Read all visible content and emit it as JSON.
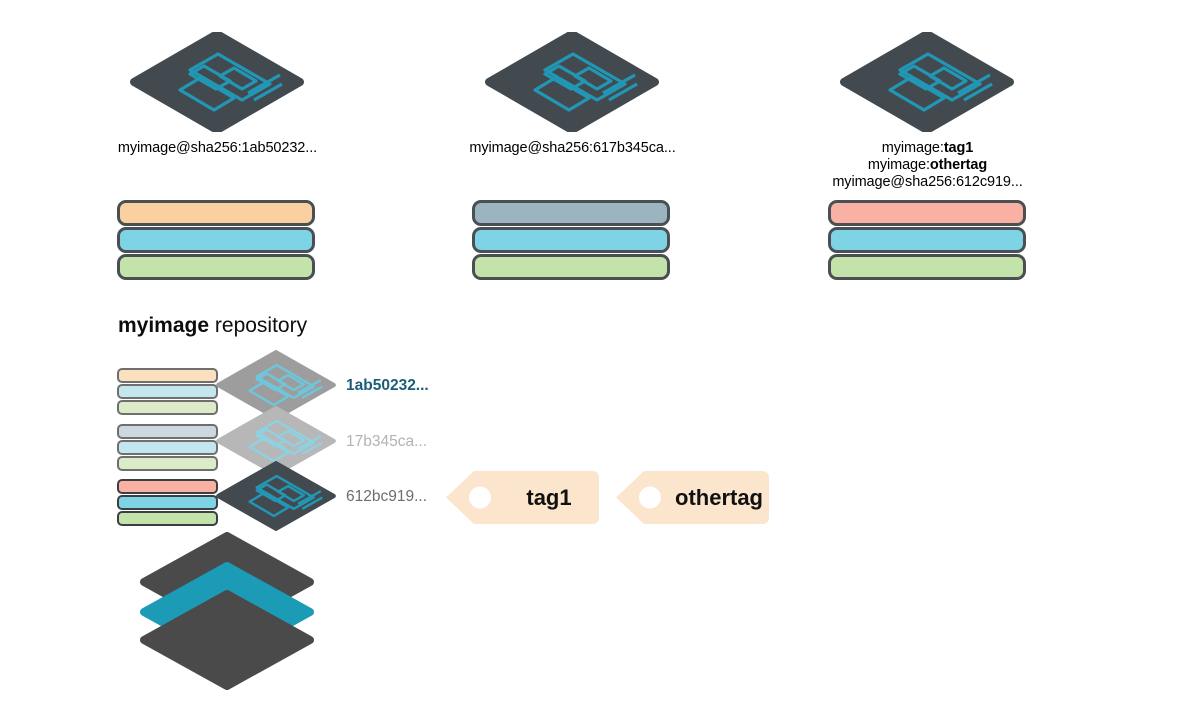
{
  "diagram": {
    "title": "Docker image, tags and repository diagram",
    "colors": {
      "icon_dark": "#434a4f",
      "icon_teal": "#2197b5",
      "icon_grey_light": "#b7b7b7",
      "icon_grey_mid": "#9d9d9d",
      "layer_border": "#4a4f54",
      "layer_orange": "#fbd0a0",
      "layer_cyan": "#7ed4e4",
      "layer_green": "#c4e3ab",
      "layer_steel": "#9cb3c0",
      "layer_salmon": "#f9b1a4",
      "tag_fill": "#fbe6cd",
      "tag_hole": "#ffffff",
      "digest_active": "#1b5e77",
      "digest_faded": "#b3b3b3",
      "digest_normal": "#6d6d6d",
      "diamond_dark": "#4a4a4a",
      "diamond_teal": "#1b9bb5"
    },
    "images": [
      {
        "id": "image-1",
        "caption_lines": [
          {
            "text": "myimage@sha256:1ab50232...",
            "bold": false
          }
        ],
        "layers": [
          "#fbd0a0",
          "#7ed4e4",
          "#c4e3ab"
        ]
      },
      {
        "id": "image-2",
        "caption_lines": [
          {
            "text": "myimage@sha256:617b345ca...",
            "bold": false
          }
        ],
        "layers": [
          "#9cb3c0",
          "#7ed4e4",
          "#c4e3ab"
        ]
      },
      {
        "id": "image-3",
        "caption_lines": [
          {
            "prefix": "myimage:",
            "bold_part": "tag1"
          },
          {
            "prefix": "myimage:",
            "bold_part": "othertag"
          },
          {
            "text": "myimage@sha256:612c919...",
            "bold": false
          }
        ],
        "layers": [
          "#f9b1a4",
          "#7ed4e4",
          "#c4e3ab"
        ]
      }
    ],
    "repository": {
      "name": "myimage",
      "suffix": "repository",
      "rows": [
        {
          "digest": "1ab50232...",
          "digest_style": "active",
          "icon_tone": "grey-mid",
          "faded": true,
          "layers": [
            "#fbe0bf",
            "#c3e6ef",
            "#dcecc8"
          ]
        },
        {
          "digest": "17b345ca...",
          "digest_style": "faded",
          "icon_tone": "grey-light",
          "faded": true,
          "layers": [
            "#ccd8df",
            "#c3e6ef",
            "#dcecc8"
          ]
        },
        {
          "digest": "612bc919...",
          "digest_style": "normal",
          "icon_tone": "dark",
          "faded": false,
          "layers": [
            "#f9b1a4",
            "#7ed4e4",
            "#c4e3ab"
          ]
        }
      ],
      "tags": [
        {
          "label": "tag1"
        },
        {
          "label": "othertag"
        }
      ]
    }
  }
}
